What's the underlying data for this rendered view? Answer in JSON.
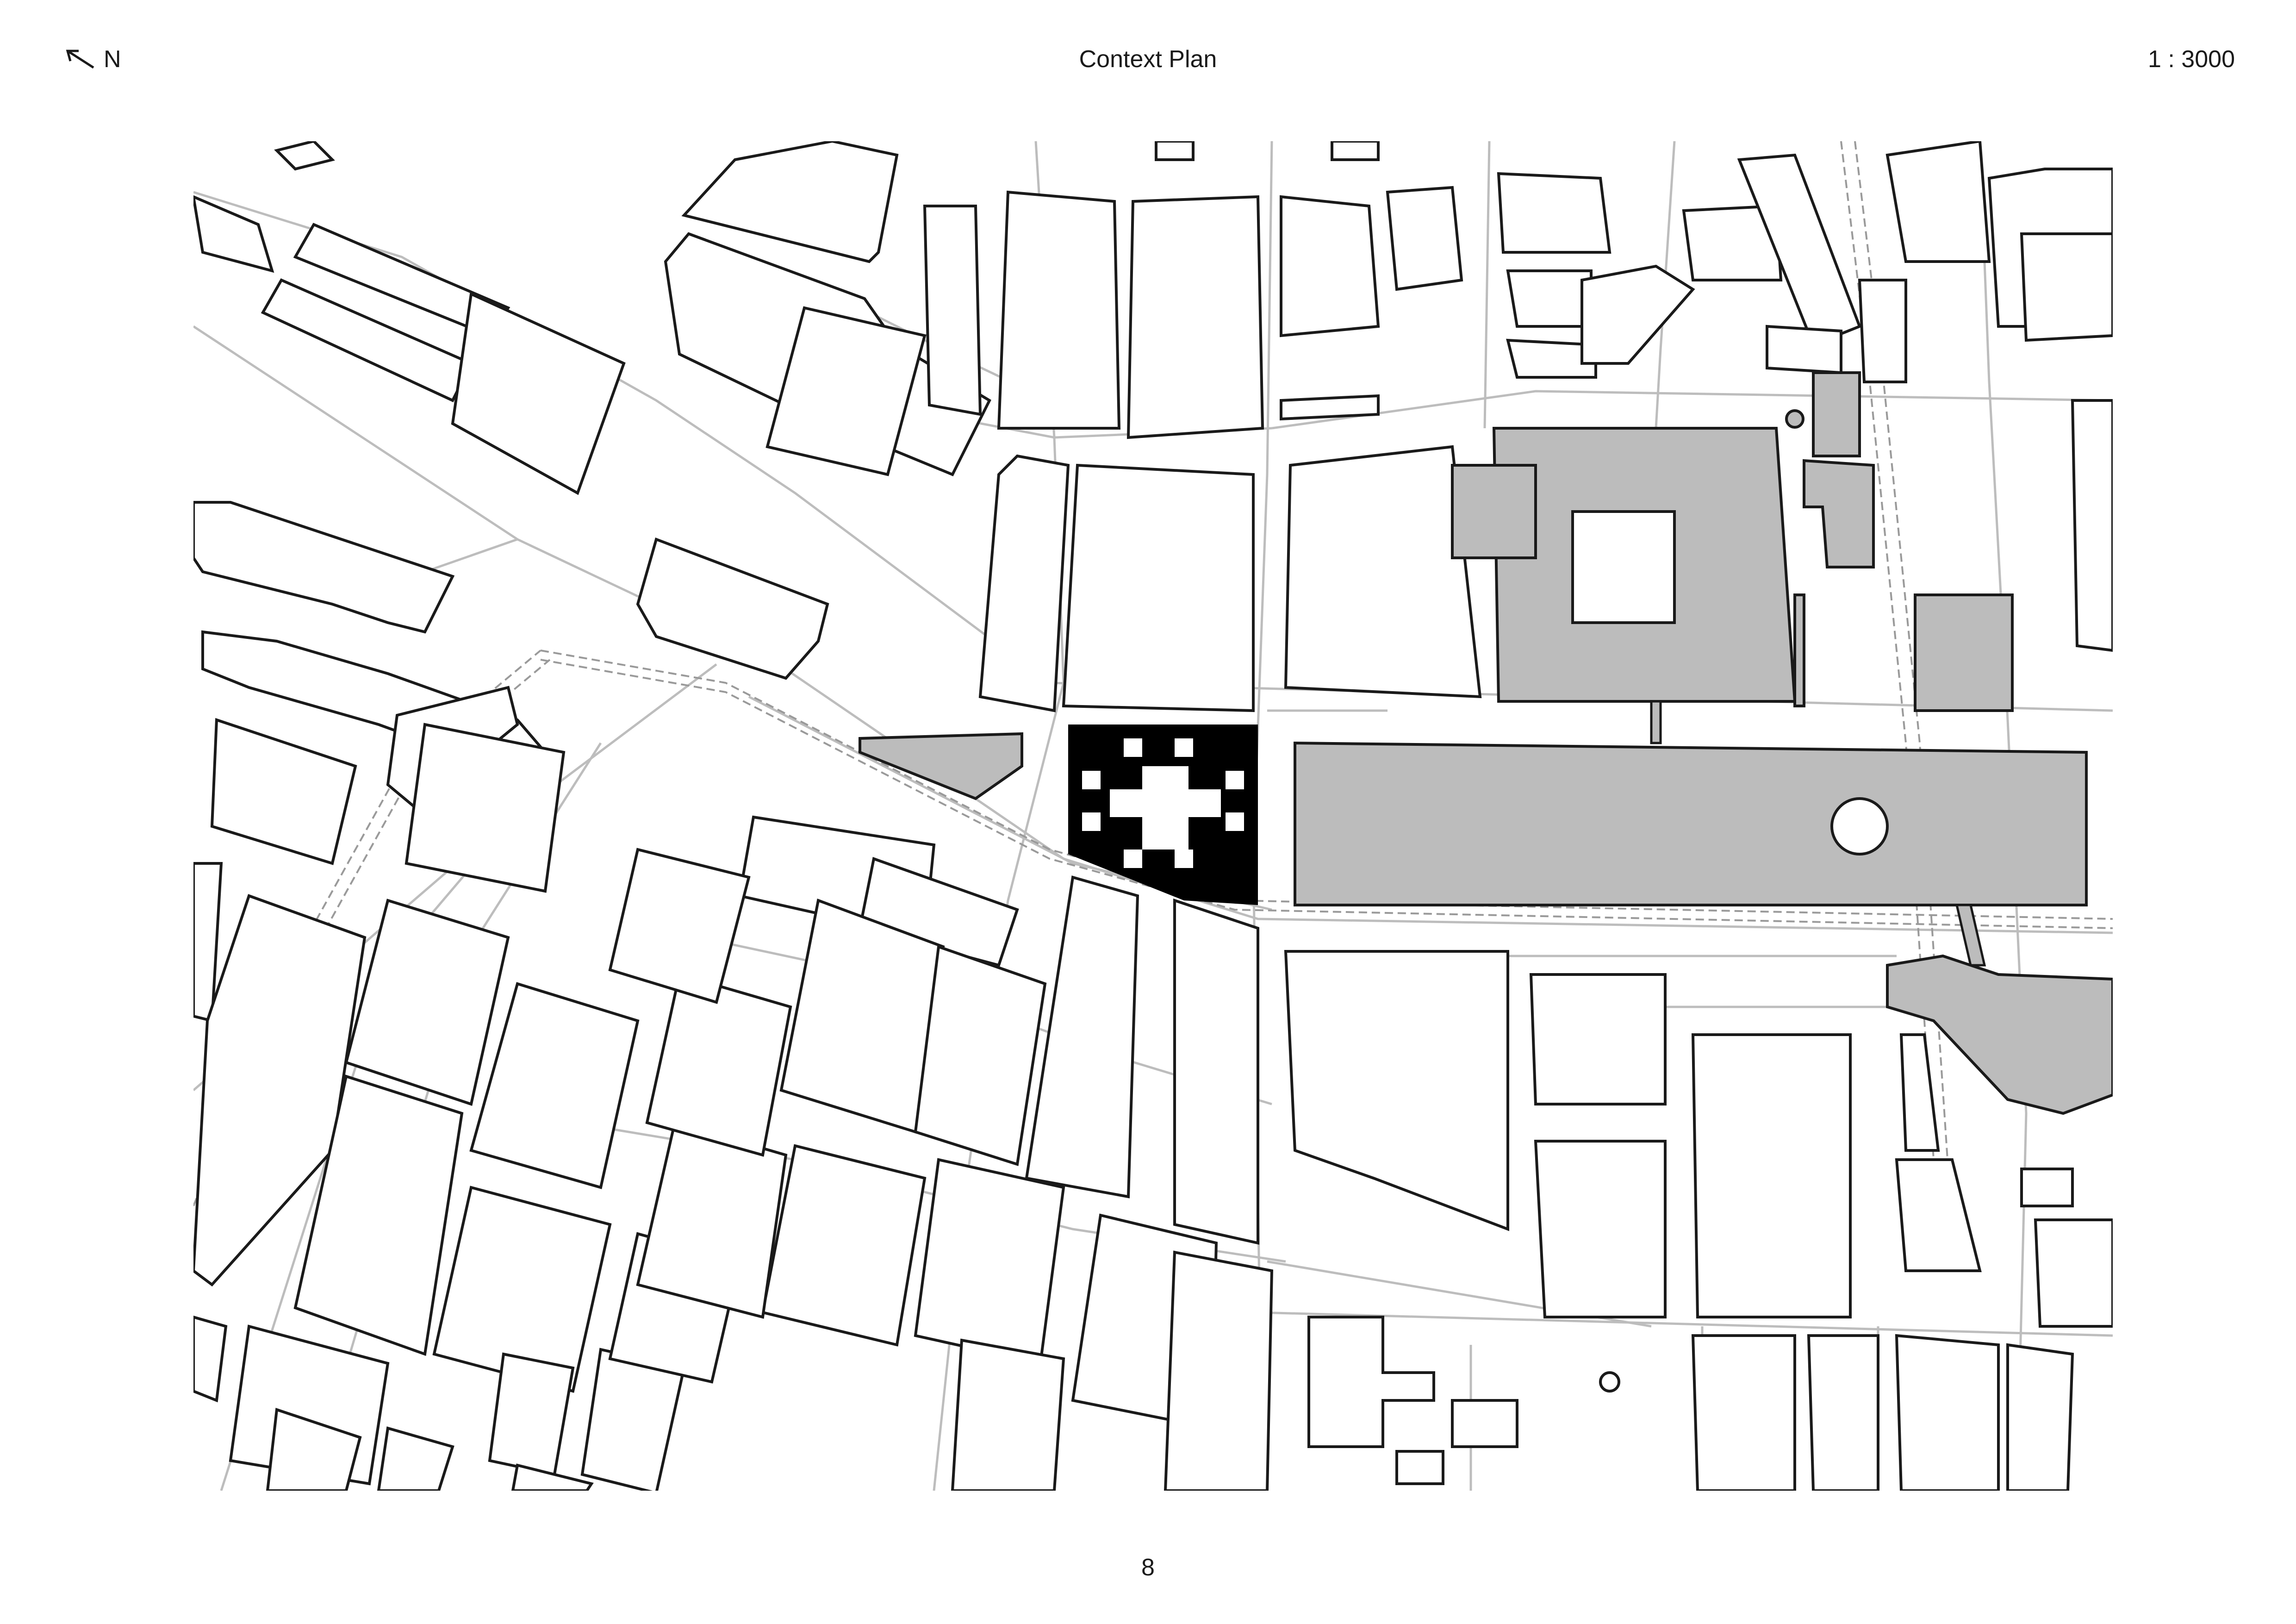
{
  "header": {
    "north_label": "N",
    "title": "Context Plan",
    "scale": "1 : 3000"
  },
  "footer": {
    "page_number": "8"
  },
  "icons": {
    "north_arrow": "north-arrow-icon"
  },
  "colors": {
    "building_outline": "#1a1a1a",
    "street_line": "#bdbdbd",
    "highlighted_building": "#bcbcbc",
    "project_site": "#000000",
    "rail_dashes": "#9a9a9a"
  }
}
